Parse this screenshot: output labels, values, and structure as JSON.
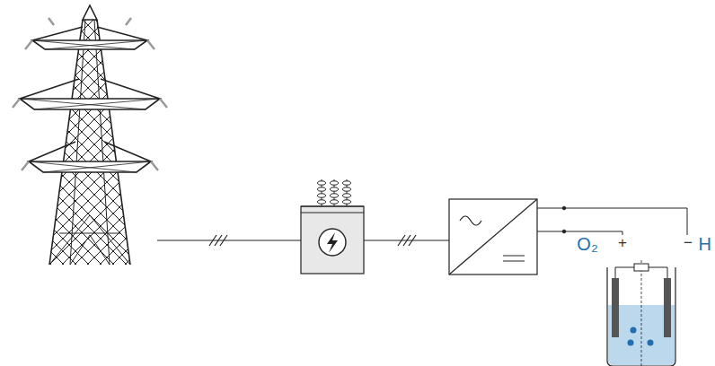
{
  "diagram": {
    "labels": [
      "O₂",
      "+",
      "−",
      "H"
    ]
  }
}
